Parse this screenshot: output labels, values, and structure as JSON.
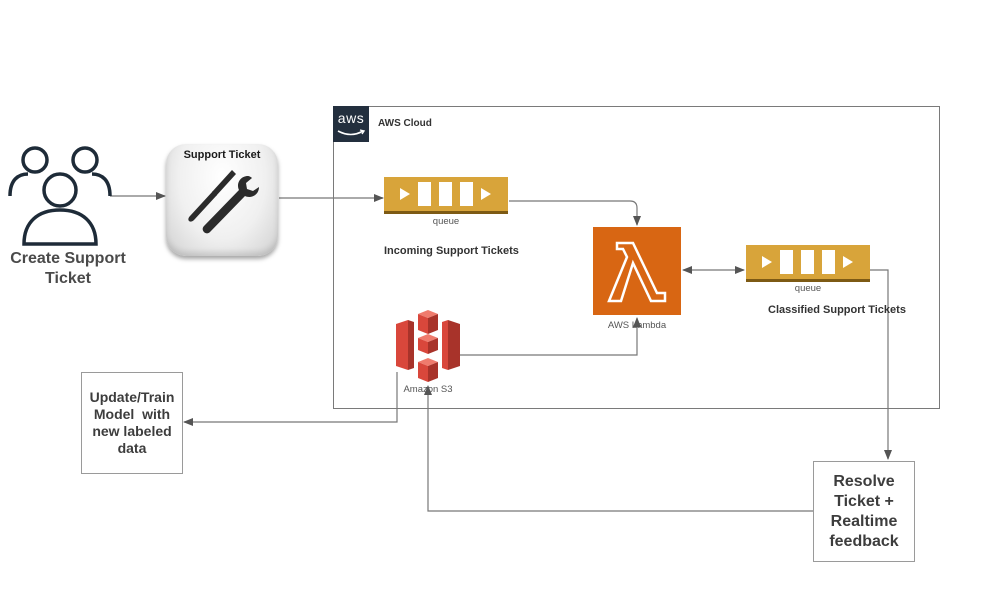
{
  "diagram": {
    "actor": {
      "icon": "users-icon",
      "label": "Create Support Ticket"
    },
    "support_ticket": {
      "title": "Support Ticket",
      "icon": "tools-icon"
    },
    "cloud": {
      "label": "AWS Cloud",
      "badge_text": "aws",
      "border_color": "#7a7a7a"
    },
    "incoming_queue": {
      "caption": "queue",
      "label": "Incoming Support Tickets",
      "color": "#d8a43a"
    },
    "lambda": {
      "caption": "AWS Lambda",
      "glyph": "λ",
      "color": "#d86613"
    },
    "classified_queue": {
      "caption": "queue",
      "label": "Classified Support Tickets",
      "color": "#d8a43a"
    },
    "s3": {
      "caption": "Amazon S3",
      "color": "#d9473b"
    },
    "update_model": {
      "lines": [
        "Update/Train",
        "Model  with",
        "new labeled",
        "data"
      ]
    },
    "resolve": {
      "lines": [
        "Resolve",
        "Ticket +",
        "Realtime",
        "feedback"
      ]
    },
    "connections": [
      {
        "from": "actor",
        "to": "support_ticket"
      },
      {
        "from": "support_ticket",
        "to": "incoming_queue"
      },
      {
        "from": "incoming_queue",
        "to": "lambda"
      },
      {
        "from": "lambda",
        "to": "classified_queue",
        "bidirectional": true
      },
      {
        "from": "classified_queue",
        "to": "resolve"
      },
      {
        "from": "resolve",
        "to": "s3"
      },
      {
        "from": "s3",
        "to": "lambda"
      },
      {
        "from": "s3",
        "to": "update_model"
      }
    ]
  }
}
